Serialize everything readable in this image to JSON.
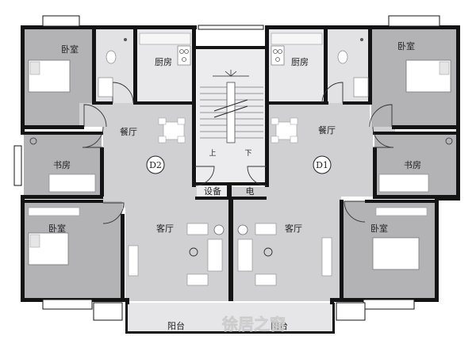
{
  "rooms": {
    "bedroom_top_left": "卧室",
    "kitchen_left": "厨房",
    "kitchen_right": "厨房",
    "bedroom_top_right": "卧室",
    "dining_left": "餐厅",
    "dining_right": "餐厅",
    "study_left": "书房",
    "study_right": "书房",
    "bedroom_bottom_left": "卧室",
    "bedroom_bottom_right": "卧室",
    "living_left": "客厅",
    "living_right": "客厅",
    "balcony_left": "阳台",
    "balcony_right": "阳台",
    "equipment": "设备",
    "electric": "电"
  },
  "units": {
    "left": "D2",
    "right": "D1"
  },
  "stairs": {
    "up": "上",
    "down": "下"
  },
  "watermark": "徐居之窗",
  "colors": {
    "floor": "#b3b3b5",
    "hall": "#d4d4d6",
    "wall": "#141414",
    "window": "#ffffff"
  }
}
